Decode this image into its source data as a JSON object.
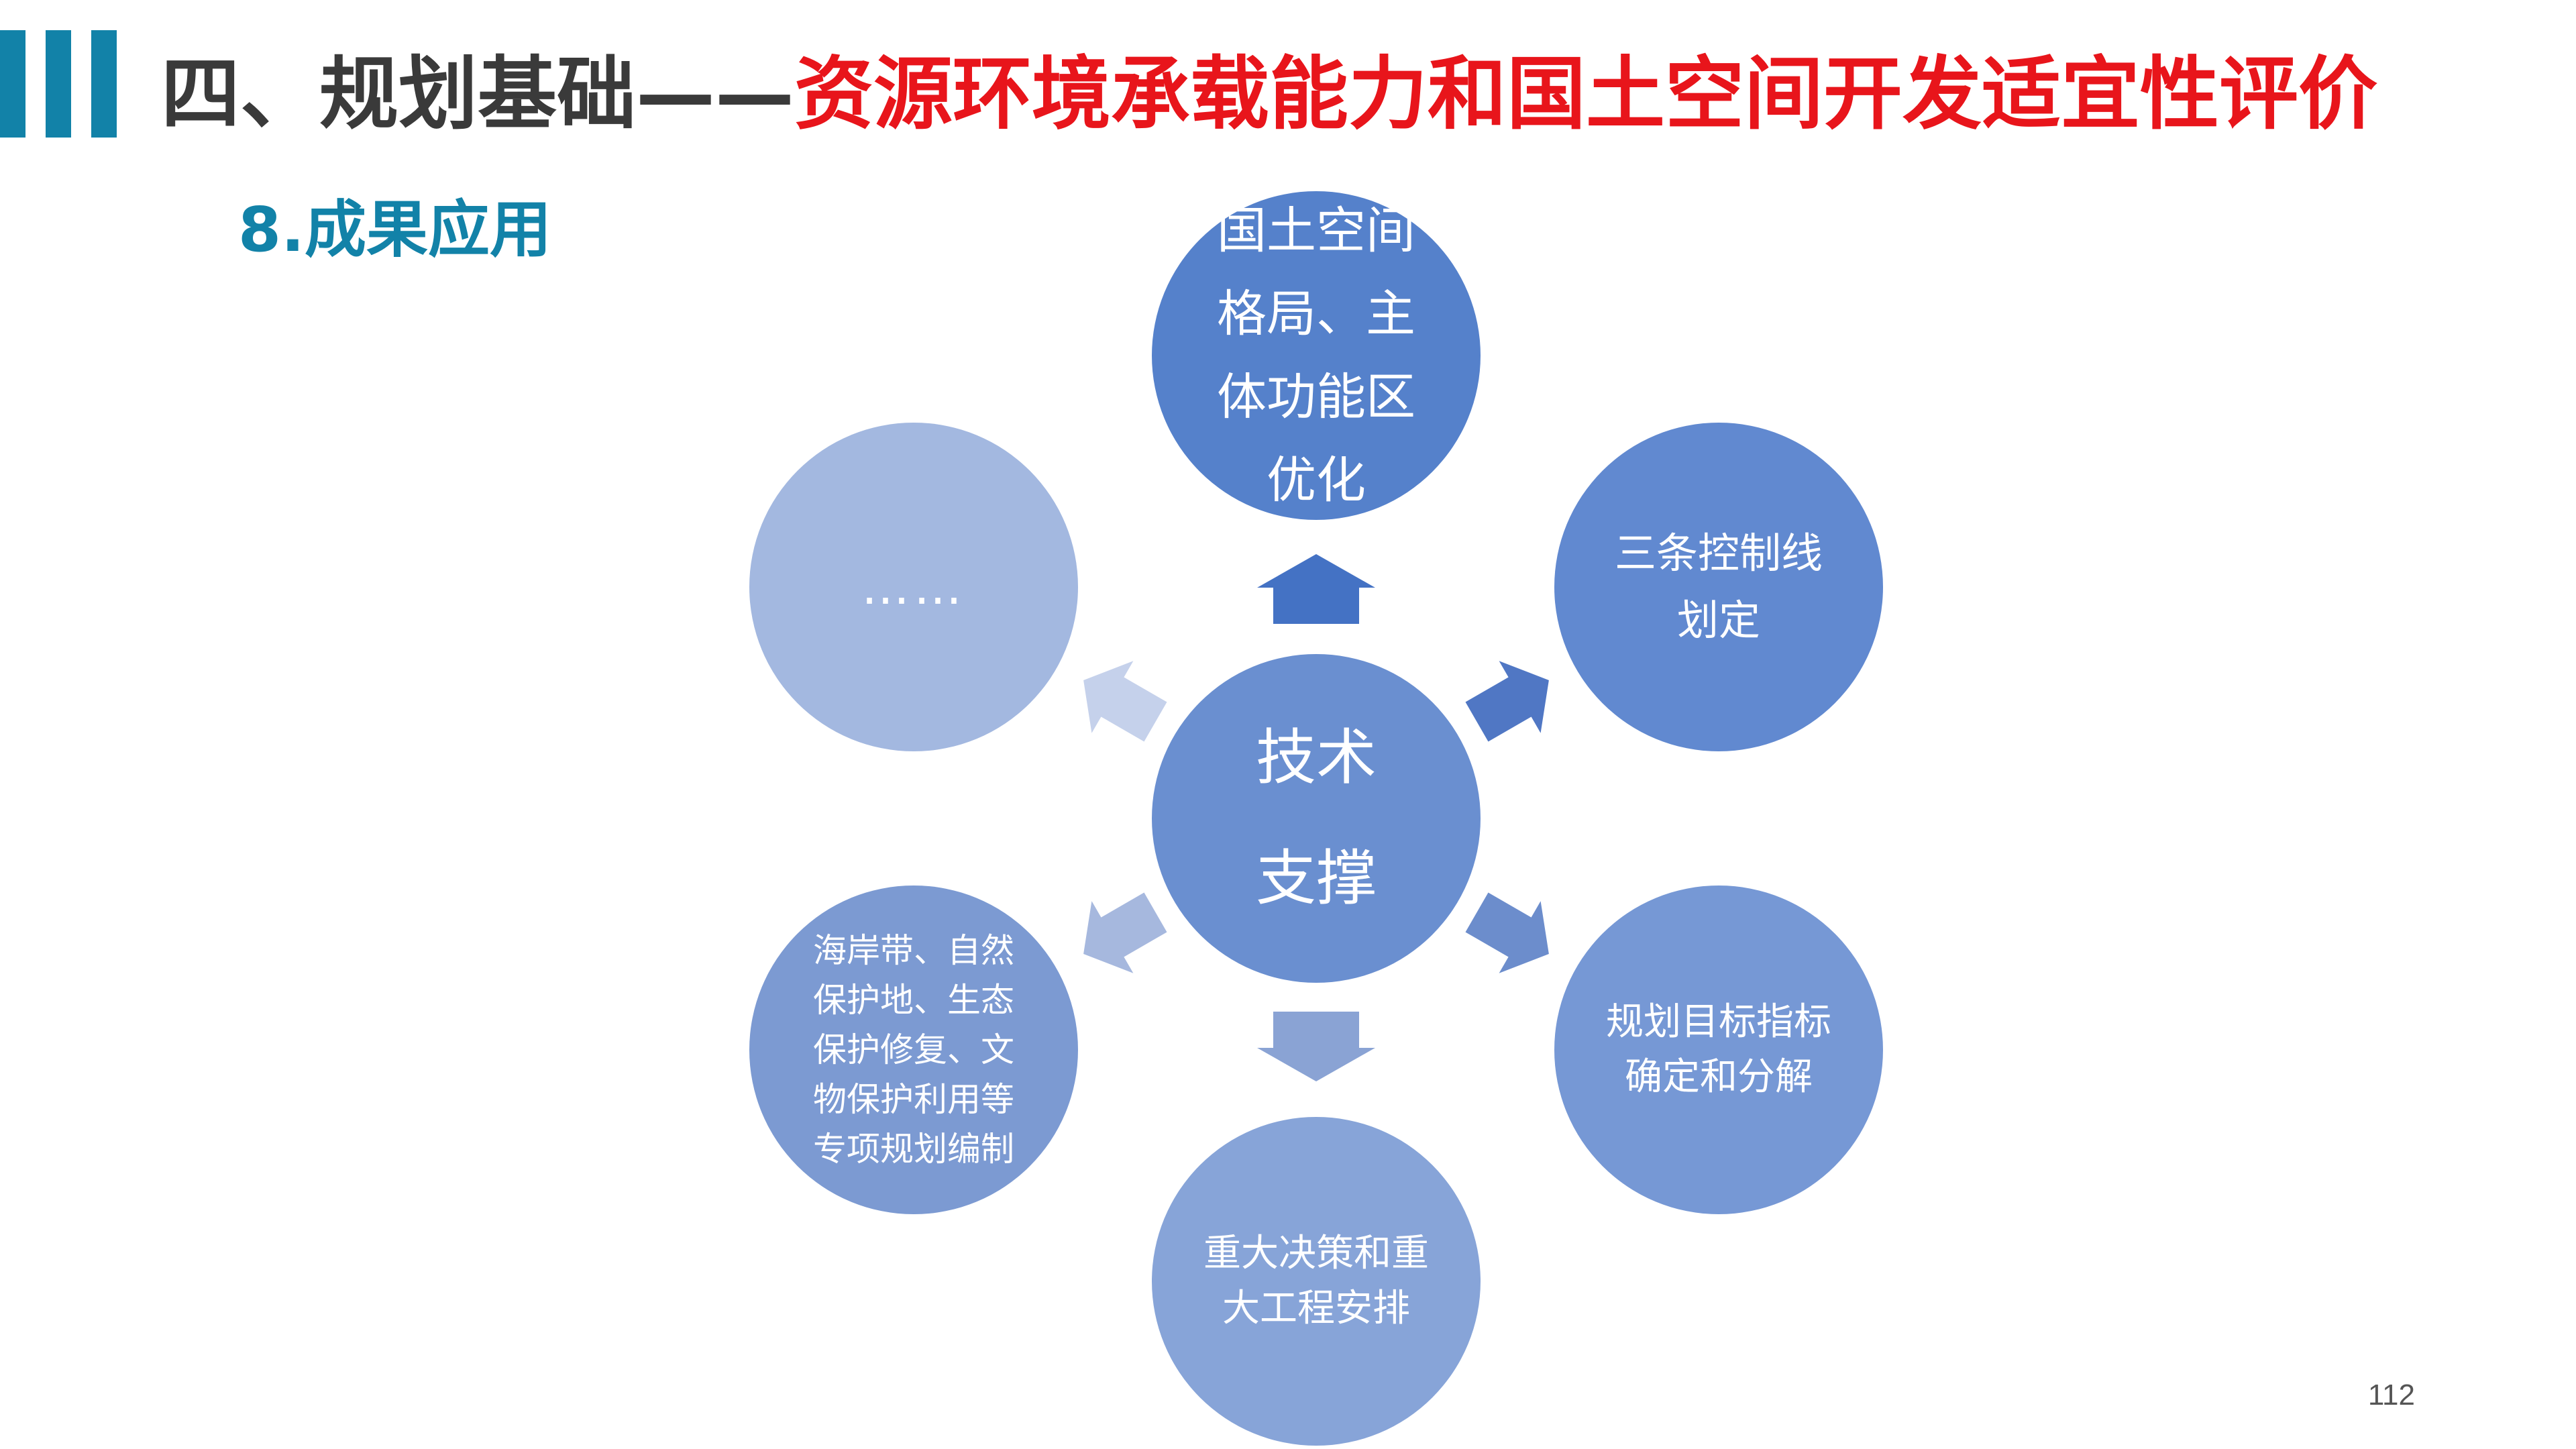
{
  "header": {
    "title_black": "四、规划基础——",
    "title_red": "资源环境承载能力和国土空间开发适宜性评价",
    "subtitle": "8.成果应用"
  },
  "diagram": {
    "center": "技术\n支撑",
    "nodes": {
      "top": "国土空间\n格局、主\n体功能区\n优化",
      "upper_right": "三条控制线\n划定",
      "lower_right": "规划目标指标\n确定和分解",
      "bottom": "重大决策和重\n大工程安排",
      "lower_left": "海岸带、自然\n保护地、生态\n保护修复、文\n物保护利用等\n专项规划编制",
      "upper_left": "……"
    }
  },
  "colors": {
    "accent_blue": "#1282a8",
    "title_red": "#e8151b",
    "title_black": "#3a3a3a",
    "node_top": "#5581cb",
    "node_upper_right": "#6189d0",
    "node_lower_right": "#7698d5",
    "node_bottom": "#87a4d8",
    "node_lower_left": "#7c9ad2",
    "node_upper_left": "#a3b8e0",
    "center": "#6a8fd0"
  },
  "page_number": "112"
}
